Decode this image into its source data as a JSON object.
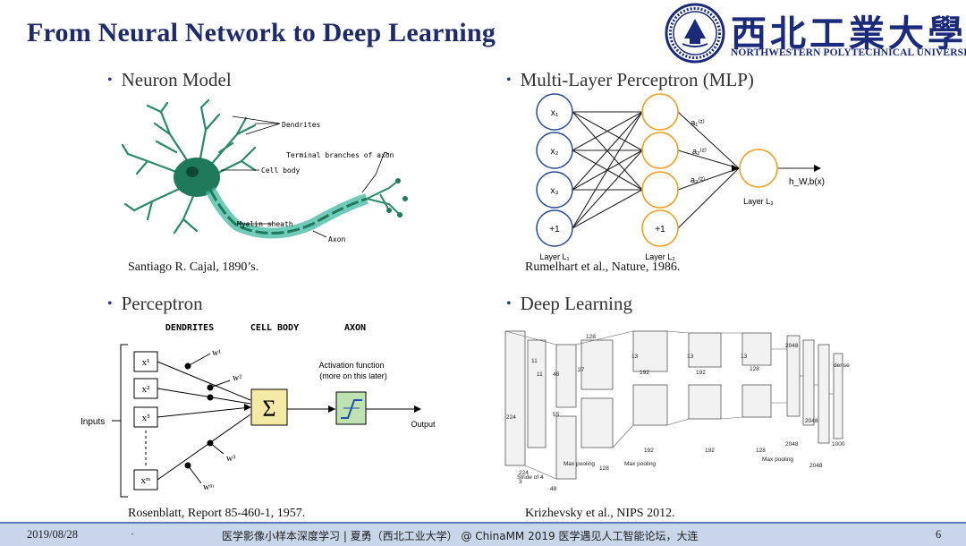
{
  "slide": {
    "title": "From Neural Network to Deep Learning",
    "logo": {
      "cn_name": "西北工業大學",
      "en_name": "NORTHWESTERN POLYTECHNICAL UNIVERSITY"
    }
  },
  "panels": {
    "neuron": {
      "bullet": "Neuron Model",
      "caption": "Santiago R. Cajal, 1890’s.",
      "labels": {
        "dendrites": "Dendrites",
        "terminal": "Terminal branches of axon",
        "cell_body": "Cell body",
        "myelin": "Myelin sheath",
        "axon": "Axon"
      }
    },
    "mlp": {
      "bullet": "Multi-Layer Perceptron (MLP)",
      "caption": "Rumelhart et al., Nature, 1986.",
      "inputs": [
        "x₁",
        "x₂",
        "x₃",
        "+1"
      ],
      "hidden_bias": "+1",
      "activations": [
        "a₁⁽²⁾",
        "a₂⁽²⁾",
        "a₃⁽²⁾"
      ],
      "output": "h_W,b(x)",
      "layers": [
        "Layer L₁",
        "Layer L₂",
        "Layer L₃"
      ]
    },
    "perceptron": {
      "bullet": "Perceptron",
      "caption": "Rosenblatt, Report 85-460-1, 1957.",
      "headers": [
        "DENDRITES",
        "CELL BODY",
        "AXON"
      ],
      "inputs": [
        "x¹",
        "x²",
        "x³",
        "xᵐ"
      ],
      "weights": [
        "w¹",
        "w²",
        "w³",
        "wᵐ"
      ],
      "inputs_label": "Inputs",
      "sum_symbol": "Σ",
      "activation_label_1": "Activation function",
      "activation_label_2": "(more on this later)",
      "output_label": "Output"
    },
    "deep": {
      "bullet": "Deep Learning",
      "caption": "Krizhevsky et al., NIPS 2012.",
      "labels": {
        "stride": "Stride of 4",
        "max1": "Max pooling",
        "max2": "Max pooling",
        "max3": "Max pooling",
        "dense": "dense"
      },
      "numbers": [
        "224",
        "224",
        "11",
        "11",
        "55",
        "27",
        "13",
        "13",
        "13",
        "48",
        "128",
        "192",
        "192",
        "128",
        "2048",
        "2048",
        "1000",
        "3",
        "48",
        "128",
        "192",
        "192",
        "128",
        "2048",
        "2048"
      ]
    }
  },
  "footer": {
    "date": "2019/08/28",
    "dot": "·",
    "center": "医学影像小样本深度学习 | 夏勇（西北工业大学） @ ChinaMM 2019 医学遇见人工智能论坛，大连",
    "page": "6"
  }
}
